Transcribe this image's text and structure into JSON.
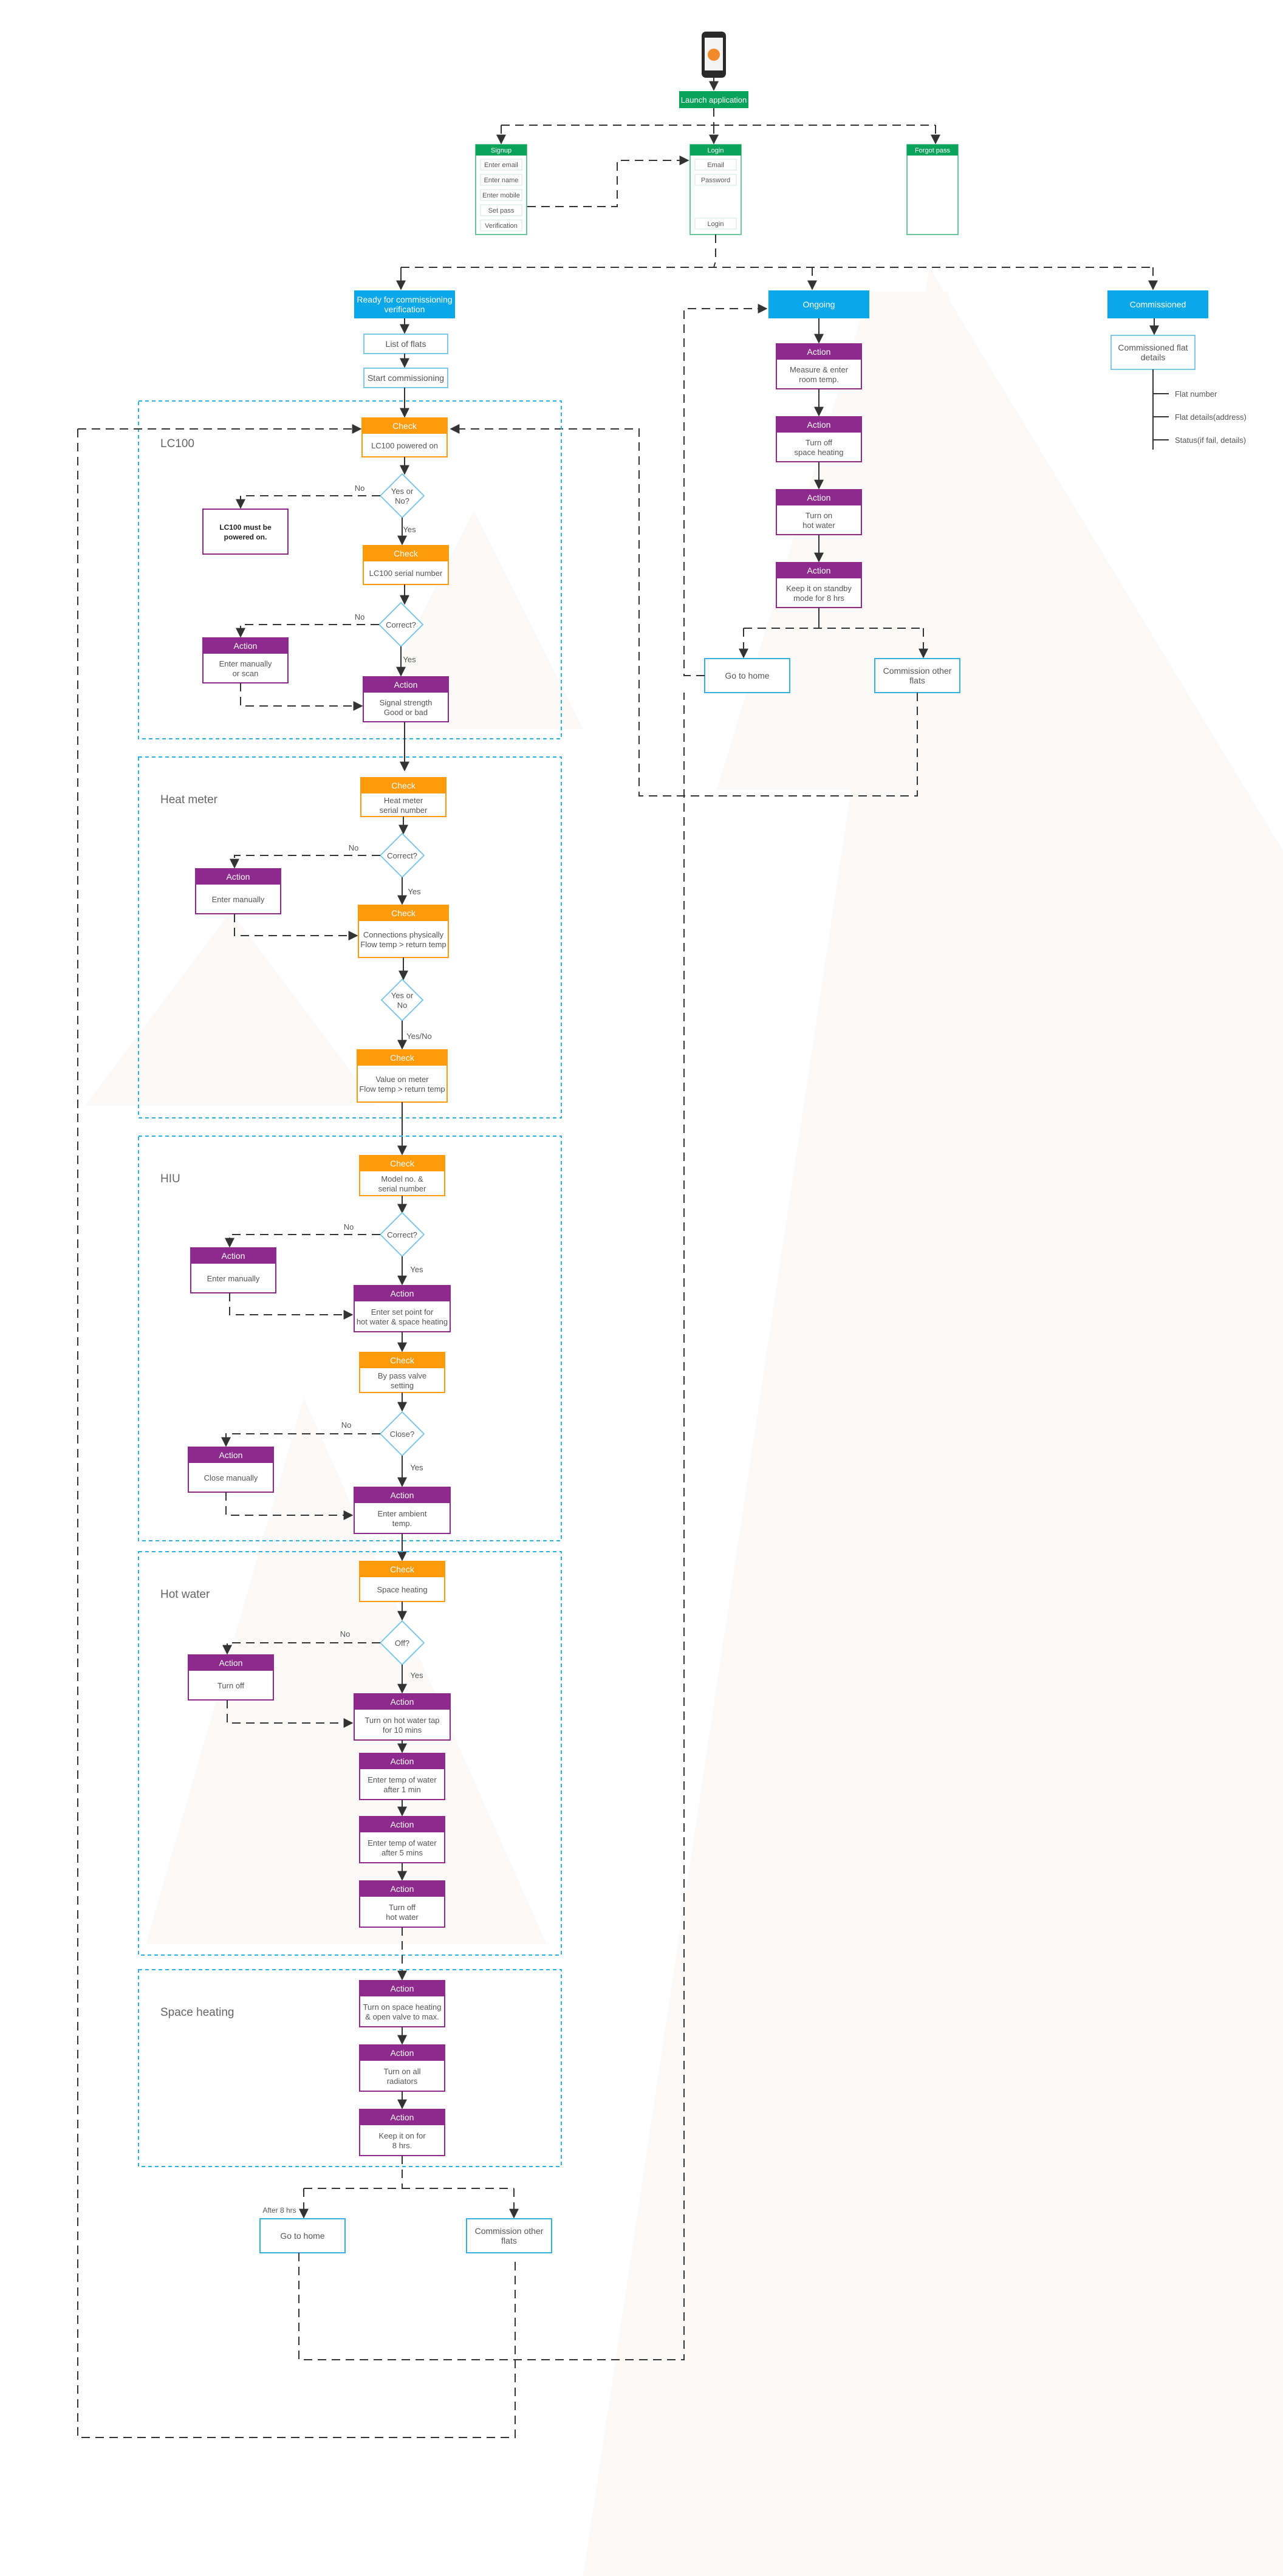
{
  "start": {
    "launch": "Launch application"
  },
  "signup": {
    "header": "Signup",
    "items": [
      "Enter email",
      "Enter name",
      "Enter mobile",
      "Set pass",
      "Verification"
    ]
  },
  "login": {
    "header": "Login",
    "items": [
      "Email",
      "Password"
    ],
    "button": "Login"
  },
  "forgot": {
    "header": "Forgot pass"
  },
  "status": {
    "ready": [
      "Ready for commissioning",
      "verification"
    ],
    "ongoing": "Ongoing",
    "commissioned": "Commissioned"
  },
  "ready_flow": {
    "list": "List of flats",
    "start": "Start commissioning"
  },
  "ongoing_flow": {
    "actions": [
      {
        "header": "Action",
        "lines": [
          "Measure & enter",
          "room temp."
        ]
      },
      {
        "header": "Action",
        "lines": [
          "Turn off",
          "space heating"
        ]
      },
      {
        "header": "Action",
        "lines": [
          "Turn on",
          "hot water"
        ]
      },
      {
        "header": "Action",
        "lines": [
          "Keep it on standby",
          "mode for 8 hrs"
        ]
      }
    ],
    "home": "Go to home",
    "other": [
      "Commission other",
      "flats"
    ]
  },
  "commissioned_flow": {
    "box": [
      "Commissioned flat",
      "details"
    ],
    "items": [
      "Flat number",
      "Flat details(address)",
      "Status(if fail, details)"
    ]
  },
  "sections": {
    "lc100": {
      "title": "LC100",
      "check1": {
        "header": "Check",
        "lines": [
          "LC100 powered on"
        ]
      },
      "d1": [
        "Yes or",
        "No?"
      ],
      "no": "No",
      "yes": "Yes",
      "error": [
        "LC100 must be",
        "powered on."
      ],
      "check2": {
        "header": "Check",
        "lines": [
          "LC100 serial number"
        ]
      },
      "d2": [
        "Correct?"
      ],
      "manual": {
        "header": "Action",
        "lines": [
          "Enter manually",
          "or scan"
        ]
      },
      "signal": {
        "header": "Action",
        "lines": [
          "Signal strength",
          "Good or bad"
        ]
      }
    },
    "heat": {
      "title": "Heat meter",
      "check1": {
        "header": "Check",
        "lines": [
          "Heat meter",
          "serial number"
        ]
      },
      "d1": [
        "Correct?"
      ],
      "no": "No",
      "yes": "Yes",
      "manual": {
        "header": "Action",
        "lines": [
          "Enter manually"
        ]
      },
      "check2": {
        "header": "Check",
        "lines": [
          "Connections physically",
          "Flow temp > return temp"
        ]
      },
      "d2": [
        "Yes or",
        "No"
      ],
      "yesno": "Yes/No",
      "check3": {
        "header": "Check",
        "lines": [
          "Value on meter",
          "Flow temp > return temp"
        ]
      }
    },
    "hiu": {
      "title": "HIU",
      "check1": {
        "header": "Check",
        "lines": [
          "Model no. &",
          "serial number"
        ]
      },
      "d1": [
        "Correct?"
      ],
      "no": "No",
      "yes": "Yes",
      "manual": {
        "header": "Action",
        "lines": [
          "Enter manually"
        ]
      },
      "setpoint": {
        "header": "Action",
        "lines": [
          "Enter set point for",
          "hot water & space heating"
        ]
      },
      "check2": {
        "header": "Check",
        "lines": [
          "By pass valve",
          "setting"
        ]
      },
      "d2": [
        "Close?"
      ],
      "close": {
        "header": "Action",
        "lines": [
          "Close manually"
        ]
      },
      "ambient": {
        "header": "Action",
        "lines": [
          "Enter ambient",
          "temp."
        ]
      }
    },
    "hot": {
      "title": "Hot water",
      "check1": {
        "header": "Check",
        "lines": [
          "Space heating"
        ]
      },
      "d1": [
        "Off?"
      ],
      "no": "No",
      "yes": "Yes",
      "turnoff": {
        "header": "Action",
        "lines": [
          "Turn off"
        ]
      },
      "tap": {
        "header": "Action",
        "lines": [
          "Turn on hot water tap",
          "for 10 mins"
        ]
      },
      "temp1": {
        "header": "Action",
        "lines": [
          "Enter temp of water",
          "after 1 min"
        ]
      },
      "temp5": {
        "header": "Action",
        "lines": [
          "Enter temp of water",
          "after 5 mins"
        ]
      },
      "off": {
        "header": "Action",
        "lines": [
          "Turn off",
          "hot water"
        ]
      }
    },
    "space": {
      "title": "Space heating",
      "a1": {
        "header": "Action",
        "lines": [
          "Turn on space heating",
          "& open valve to max."
        ]
      },
      "a2": {
        "header": "Action",
        "lines": [
          "Turn on all",
          "radiators"
        ]
      },
      "a3": {
        "header": "Action",
        "lines": [
          "Keep it on for",
          "8 hrs."
        ]
      }
    }
  },
  "end": {
    "after": "After 8 hrs",
    "home": "Go to home",
    "other": [
      "Commission other",
      "flats"
    ]
  },
  "colors": {
    "green": "#0aa35a",
    "blue": "#0aa8e8",
    "orange": "#ff9a0a",
    "purple": "#8e2a8e",
    "section_border": "#2ab0e4"
  }
}
